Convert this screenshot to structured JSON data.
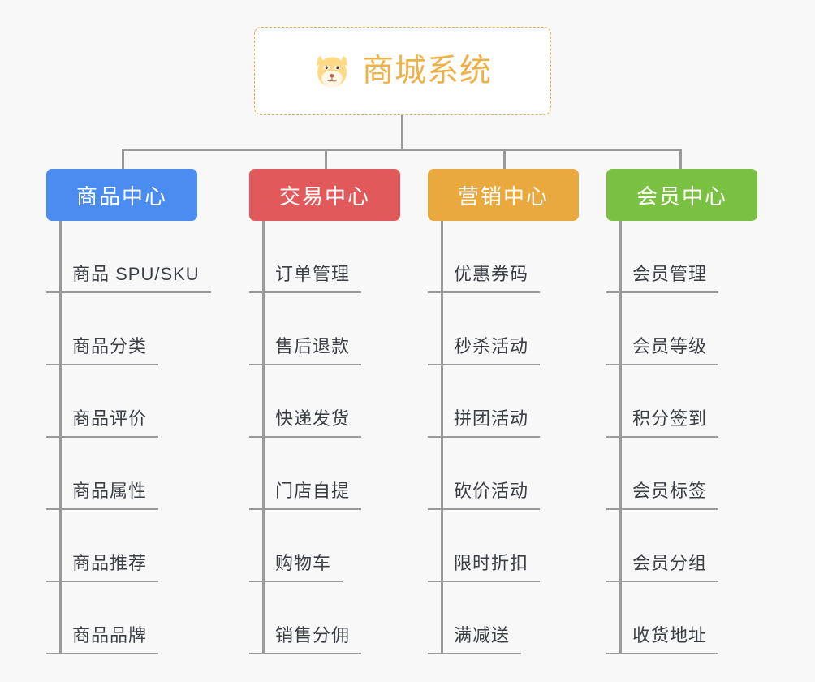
{
  "page": {
    "background_color": "#f8f8f8",
    "line_color": "#9a9a9a"
  },
  "root": {
    "title": "商城系统",
    "icon": "shiba-dog-emoji",
    "border_color": "#e8aa4a",
    "text_color": "#eeb147",
    "background_color": "#ffffff"
  },
  "columns": [
    {
      "label": "商品中心",
      "color": "#4a8cf0",
      "items": [
        {
          "label": "商品 SPU/SKU"
        },
        {
          "label": "商品分类"
        },
        {
          "label": "商品评价"
        },
        {
          "label": "商品属性"
        },
        {
          "label": "商品推荐"
        },
        {
          "label": "商品品牌"
        }
      ]
    },
    {
      "label": "交易中心",
      "color": "#e2595b",
      "items": [
        {
          "label": "订单管理"
        },
        {
          "label": "售后退款"
        },
        {
          "label": "快递发货"
        },
        {
          "label": "门店自提"
        },
        {
          "label": "购物车"
        },
        {
          "label": "销售分佣"
        }
      ]
    },
    {
      "label": "营销中心",
      "color": "#eaa93f",
      "items": [
        {
          "label": "优惠券码"
        },
        {
          "label": "秒杀活动"
        },
        {
          "label": "拼团活动"
        },
        {
          "label": "砍价活动"
        },
        {
          "label": "限时折扣"
        },
        {
          "label": "满减送"
        }
      ]
    },
    {
      "label": "会员中心",
      "color": "#7ac143",
      "items": [
        {
          "label": "会员管理"
        },
        {
          "label": "会员等级"
        },
        {
          "label": "积分签到"
        },
        {
          "label": "会员标签"
        },
        {
          "label": "会员分组"
        },
        {
          "label": "收货地址"
        }
      ]
    }
  ]
}
